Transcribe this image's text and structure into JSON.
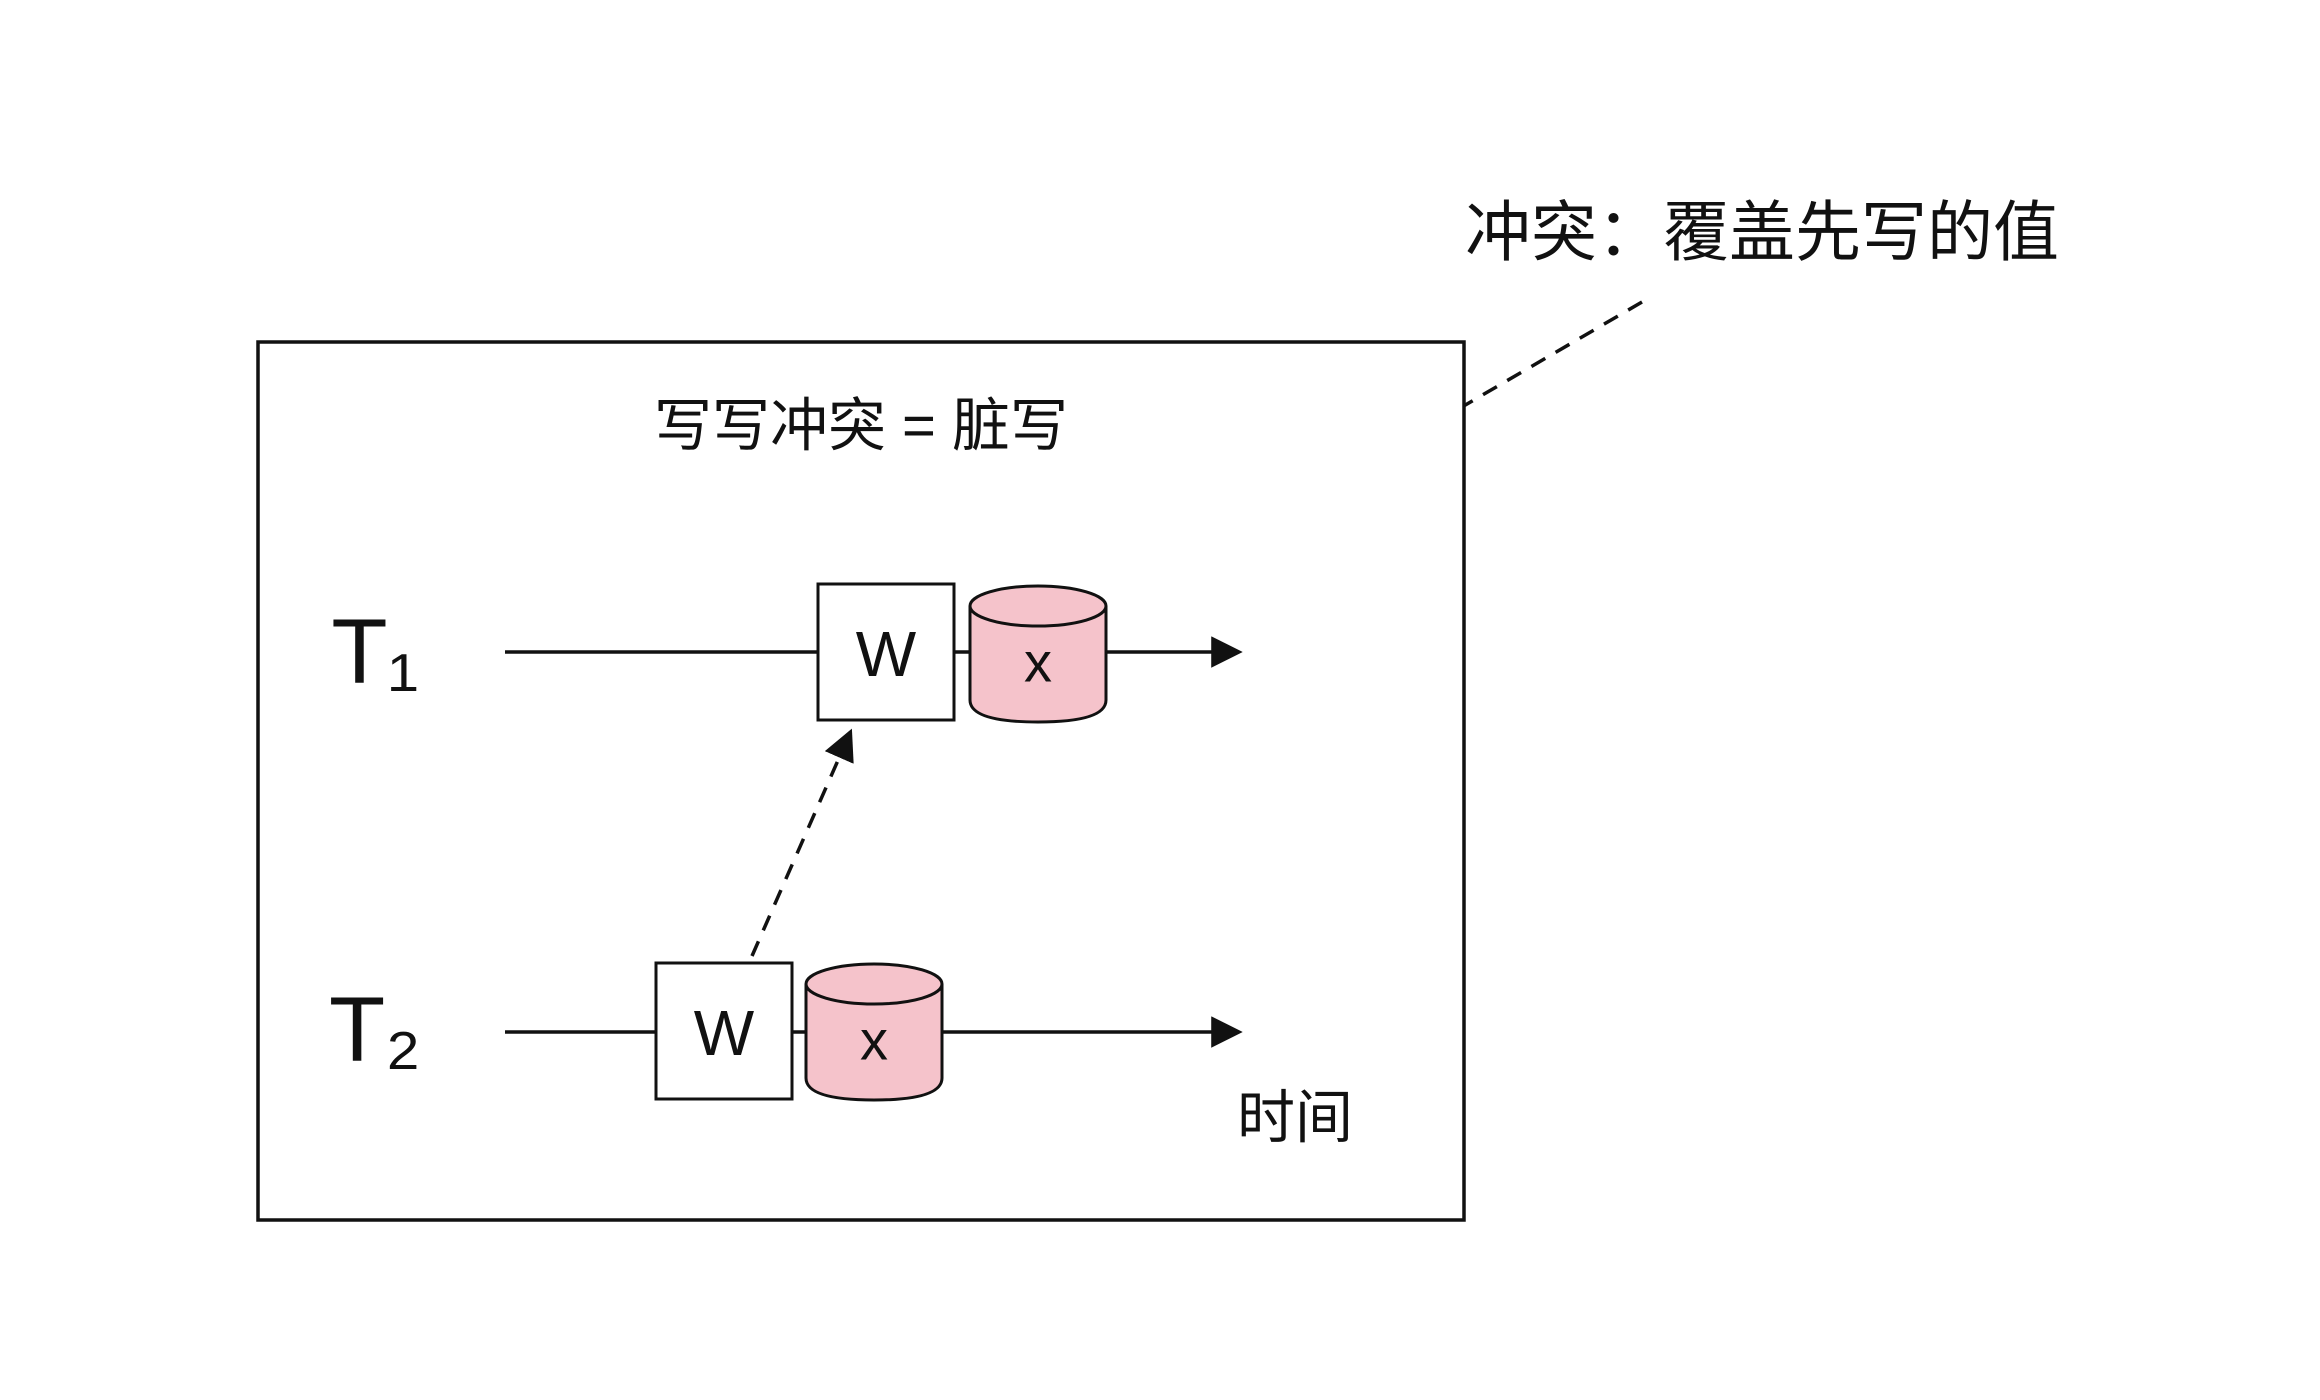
{
  "annotation": {
    "conflict_label": "冲突：覆盖先写的值"
  },
  "diagram": {
    "title": "写写冲突 = 脏写",
    "time_label": "时间",
    "colors": {
      "data_fill": "#F5C3CB",
      "stroke": "#111111"
    },
    "rows": [
      {
        "transaction": "T₁",
        "write_label": "W",
        "data_label": "x"
      },
      {
        "transaction": "T₂",
        "write_label": "W",
        "data_label": "x"
      }
    ]
  }
}
